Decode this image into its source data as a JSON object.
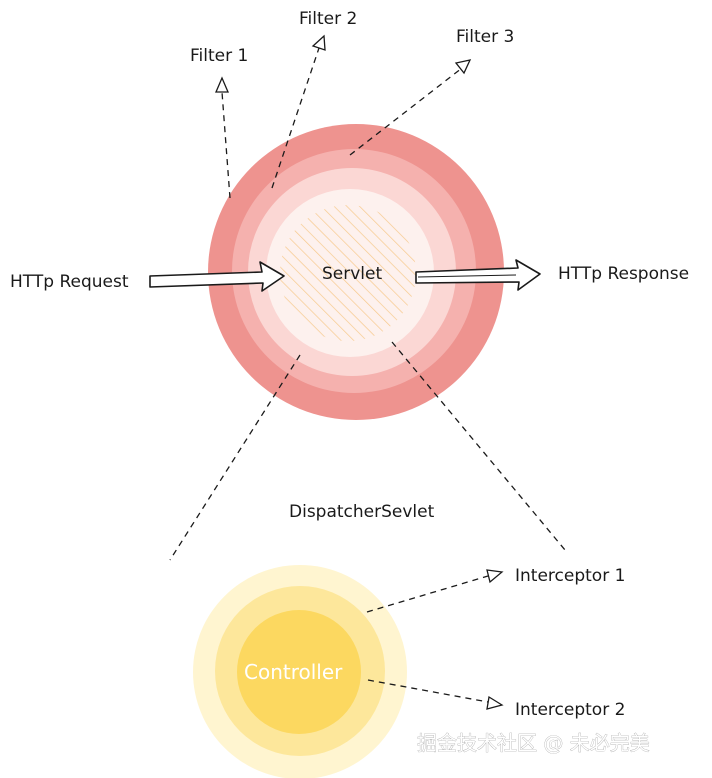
{
  "labels": {
    "filter_1": "Filter 1",
    "filter_2": "Filter 2",
    "filter_3": "Filter 3",
    "servlet": "Servlet",
    "http_request": "HTTp Request",
    "http_response": "HTTp Response",
    "dispatcher_servlet": "DispatcherSevlet",
    "interceptor_1": "Interceptor 1",
    "interceptor_2": "Interceptor 2",
    "controller": "Controller"
  },
  "watermark": "掘金技术社区 @ 未必完美",
  "colors": {
    "servlet_outer_ring": "#ee938f",
    "servlet_middle_ring": "#f5b1ae",
    "servlet_inner_ring": "#fbd7d4",
    "servlet_core": "#fdf1ee",
    "servlet_hatch": "#f7c98c",
    "controller_outer_ring": "#fff5d0",
    "controller_middle_ring": "#fde79b",
    "controller_core": "#fcd860"
  }
}
